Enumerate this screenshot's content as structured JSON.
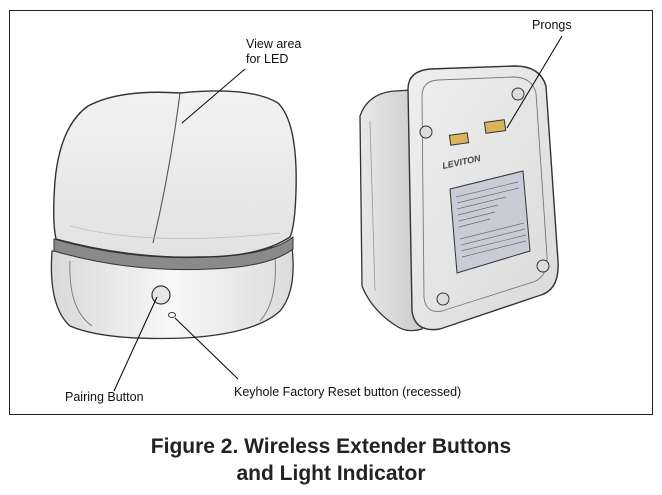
{
  "callouts": {
    "view_area": [
      "View area",
      "for LED"
    ],
    "prongs": "Prongs",
    "pairing_button": "Pairing Button",
    "keyhole_reset": "Keyhole Factory Reset button (recessed)"
  },
  "device_brand": "LEVITON",
  "caption": {
    "line1": "Figure 2. Wireless Extender Buttons",
    "line2": "and Light Indicator"
  }
}
